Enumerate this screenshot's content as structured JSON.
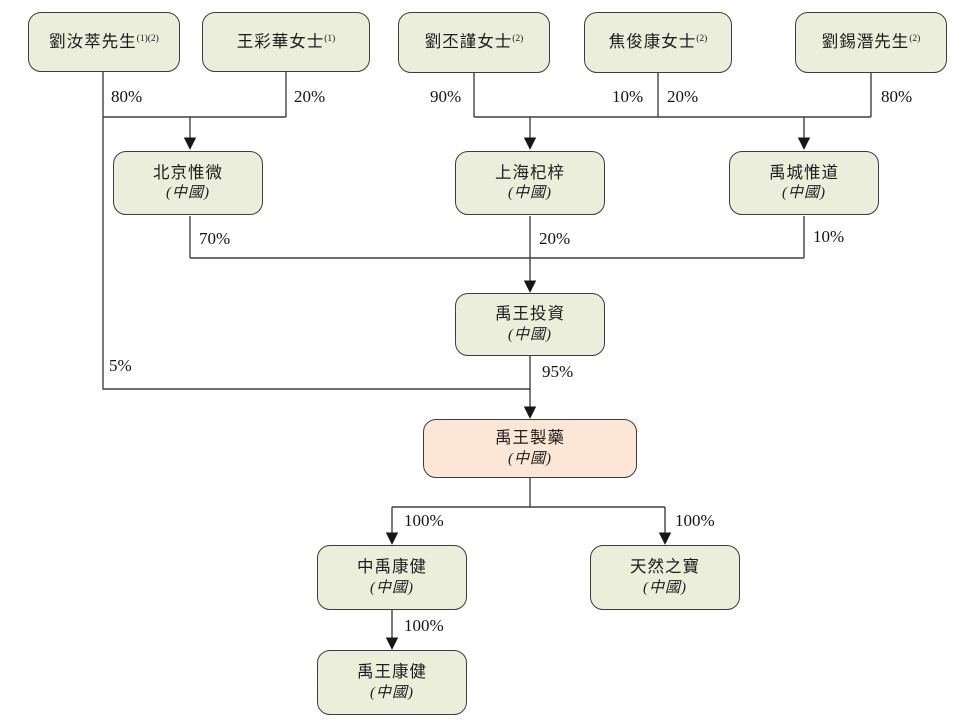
{
  "nodes": [
    {
      "id": "liu-rucui",
      "name": "劉汝萃先生",
      "note": "(1)(2)"
    },
    {
      "id": "wang-caihua",
      "name": "王彩華女士",
      "note": "(1)"
    },
    {
      "id": "liu-pijin",
      "name": "劉丕謹女士",
      "note": "(2)"
    },
    {
      "id": "jiao-junkang",
      "name": "焦俊康女士",
      "note": "(2)"
    },
    {
      "id": "liu-xiqian",
      "name": "劉錫潛先生",
      "note": "(2)"
    },
    {
      "id": "beijing-weiwei",
      "name": "北京惟微",
      "jurisdiction": "(中國)"
    },
    {
      "id": "shanghai-qizi",
      "name": "上海杞梓",
      "jurisdiction": "(中國)"
    },
    {
      "id": "yucheng-weidao",
      "name": "禹城惟道",
      "jurisdiction": "(中國)"
    },
    {
      "id": "yuwang-investment",
      "name": "禹王投資",
      "jurisdiction": "(中國)"
    },
    {
      "id": "yuwang-pharmaceutical",
      "name": "禹王製藥",
      "jurisdiction": "(中國)",
      "highlight": true
    },
    {
      "id": "zhongyu-kangjian",
      "name": "中禹康健",
      "jurisdiction": "(中國)"
    },
    {
      "id": "tianran-zhibao",
      "name": "天然之寶",
      "jurisdiction": "(中國)"
    },
    {
      "id": "yuwang-kangjian",
      "name": "禹王康健",
      "jurisdiction": "(中國)"
    }
  ],
  "edges": [
    {
      "from": "劉汝萃先生",
      "to": "北京惟微",
      "percent": "80%"
    },
    {
      "from": "王彩華女士",
      "to": "北京惟微",
      "percent": "20%"
    },
    {
      "from": "劉丕謹女士",
      "to": "上海杞梓",
      "percent": "90%"
    },
    {
      "from": "焦俊康女士",
      "to": "上海杞梓",
      "percent": "10%"
    },
    {
      "from": "焦俊康女士",
      "to": "禹城惟道",
      "percent": "20%"
    },
    {
      "from": "劉錫潛先生",
      "to": "禹城惟道",
      "percent": "80%"
    },
    {
      "from": "北京惟微",
      "to": "禹王投資",
      "percent": "70%"
    },
    {
      "from": "上海杞梓",
      "to": "禹王投資",
      "percent": "20%"
    },
    {
      "from": "禹城惟道",
      "to": "禹王投資",
      "percent": "10%"
    },
    {
      "from": "劉汝萃先生",
      "to": "禹王製藥",
      "percent": "5%"
    },
    {
      "from": "禹王投資",
      "to": "禹王製藥",
      "percent": "95%"
    },
    {
      "from": "禹王製藥",
      "to": "中禹康健",
      "percent": "100%"
    },
    {
      "from": "禹王製藥",
      "to": "天然之寶",
      "percent": "100%"
    },
    {
      "from": "中禹康健",
      "to": "禹王康健",
      "percent": "100%"
    }
  ],
  "colors": {
    "entity_fill": "#eaeedb",
    "highlight_fill": "#fce7d6",
    "box_border": "#3d3d3d",
    "line": "#414141",
    "text": "#1c1c1c"
  }
}
